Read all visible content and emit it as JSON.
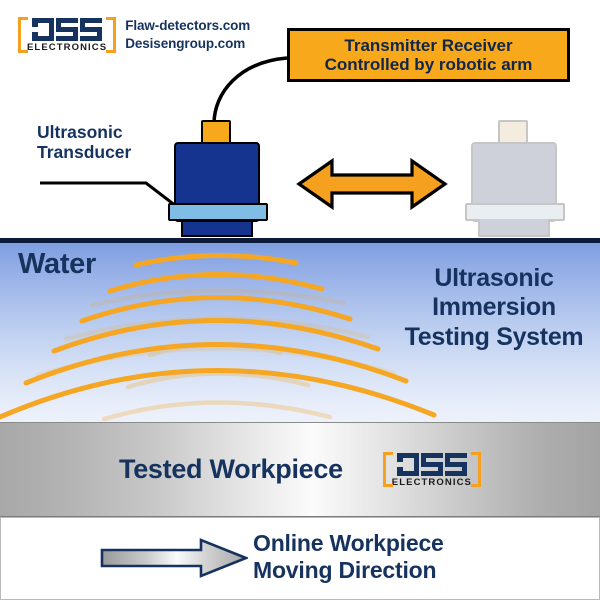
{
  "brand": {
    "logo_text": "DSS",
    "logo_subtext": "ELECTRONICS",
    "url_1": "Flaw-detectors.com",
    "url_2": "Desisengroup.com",
    "bracket_color": "#F5A01E",
    "logo_color": "#16335F"
  },
  "callout": {
    "line_1": "Transmitter Receiver",
    "line_2": "Controlled by robotic arm",
    "fill_color": "#F7A81B",
    "border_color": "#000000",
    "text_color": "#10264A"
  },
  "transducer": {
    "label_line_1": "Ultrasonic",
    "label_line_2": "Transducer",
    "body_color": "#14348F",
    "connector_color": "#F7A81B",
    "flange_color": "#7FBCE6",
    "ghost_label": "alternate-scan-position"
  },
  "scan_arrow": {
    "name": "horizontal-scan-range",
    "color": "#F5A01E",
    "outline_color": "#000000",
    "direction": "bidirectional"
  },
  "water": {
    "label": "Water",
    "top_color": "#7E9EE0",
    "bottom_color": "#EDF1FB",
    "surface_color": "#0C1B3A",
    "wave_color": "#F5A623"
  },
  "system_title": {
    "line_1": "Ultrasonic",
    "line_2": "Immersion",
    "line_3": "Testing System",
    "color": "#16335F"
  },
  "workpiece": {
    "label": "Tested Workpiece",
    "logo_text": "DSS",
    "logo_subtext": "ELECTRONICS",
    "text_color": "#16335F"
  },
  "moving_direction": {
    "line_1": "Online Workpiece",
    "line_2": "Moving  Direction",
    "arrow_name": "workpiece-travel-arrow",
    "arrow_outline_color": "#16335F",
    "text_color": "#16335F"
  },
  "chart_data": {
    "type": "diagram",
    "title": "Ultrasonic Immersion Testing System",
    "elements": [
      {
        "name": "ultrasonic-transducer",
        "position": "above water",
        "label": "Ultrasonic Transducer"
      },
      {
        "name": "transmitter-receiver-callout",
        "label": "Transmitter Receiver Controlled by robotic arm"
      },
      {
        "name": "water-tank",
        "label": "Water"
      },
      {
        "name": "ultrasonic-wave-arcs",
        "count": 6,
        "color": "#F5A623"
      },
      {
        "name": "tested-workpiece",
        "label": "Tested Workpiece"
      },
      {
        "name": "travel-direction",
        "label": "Online Workpiece Moving Direction"
      }
    ]
  }
}
